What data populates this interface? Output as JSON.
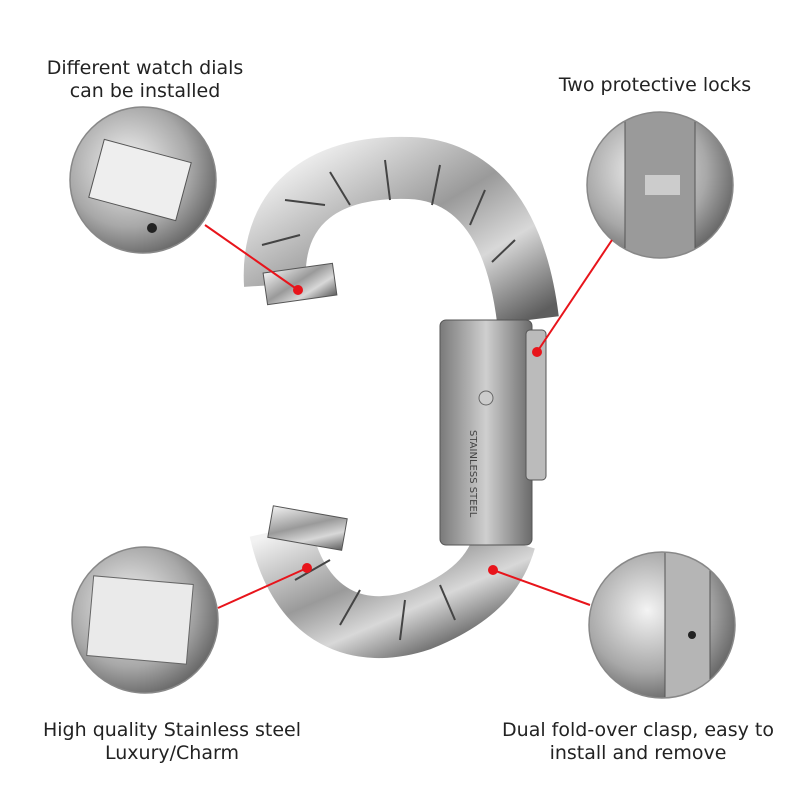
{
  "callouts": [
    {
      "id": "dials",
      "lines": [
        "Different watch dials",
        "can be installed"
      ]
    },
    {
      "id": "locks",
      "lines": [
        "Two protective locks"
      ]
    },
    {
      "id": "steel",
      "lines": [
        "High quality Stainless steel",
        "Luxury/Charm"
      ]
    },
    {
      "id": "clasp",
      "lines": [
        "Dual fold-over clasp, easy to",
        "install and remove"
      ]
    }
  ],
  "clasp_engraving": "STAINLESS STEEL",
  "colors": {
    "accent": "#e8141b",
    "steel_light": "#e6e6e6",
    "steel_dark": "#6f6f6f"
  }
}
